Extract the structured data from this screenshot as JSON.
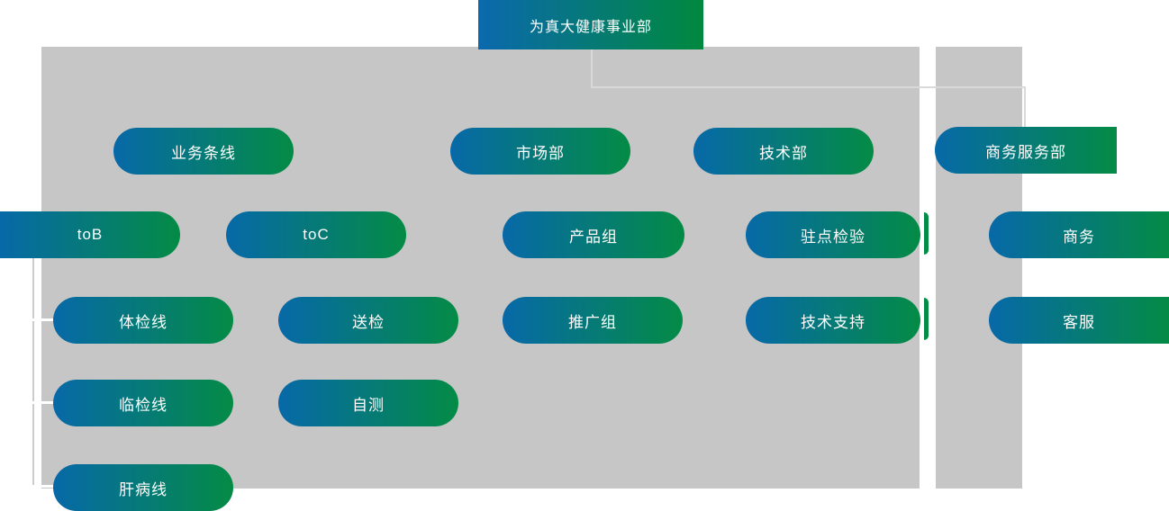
{
  "diagram_title": "为真大健康事业部 organization chart",
  "colors": {
    "pill_gradient_blue": "#0769a8",
    "pill_gradient_green": "#048b45",
    "root_gradient_blue": "#0b69ae",
    "root_gradient_green": "#00893e",
    "panel_gray": "#c6c6c6",
    "connector_gray": "#d9d9d9",
    "text_white": "#ffffff"
  },
  "nodes": {
    "root": {
      "label": "为真大健康事业部"
    },
    "business_lines": {
      "label": "业务条线"
    },
    "marketing_dept": {
      "label": "市场部"
    },
    "tech_dept": {
      "label": "技术部"
    },
    "commerce_service_dept": {
      "label": "商务服务部"
    },
    "tob": {
      "label": "toB"
    },
    "toc": {
      "label": "toC"
    },
    "product_group": {
      "label": "产品组"
    },
    "onsite_testing": {
      "label": "驻点检验"
    },
    "commerce": {
      "label": "商务"
    },
    "physical_exam_line": {
      "label": "体检线"
    },
    "sample_submission": {
      "label": "送检"
    },
    "promotion_group": {
      "label": "推广组"
    },
    "tech_support": {
      "label": "技术支持"
    },
    "customer_service": {
      "label": "客服"
    },
    "clinical_test_line": {
      "label": "临检线"
    },
    "self_test": {
      "label": "自测"
    },
    "liver_disease_line": {
      "label": "肝病线"
    }
  },
  "structure": {
    "root_children": [
      "业务条线",
      "市场部",
      "技术部",
      "商务服务部"
    ],
    "业务条线": [
      "toB",
      "toC"
    ],
    "toB": [
      "体检线",
      "临检线",
      "肝病线"
    ],
    "toC": [
      "送检",
      "自测"
    ],
    "市场部": [
      "产品组",
      "推广组"
    ],
    "技术部": [
      "驻点检验",
      "技术支持"
    ],
    "商务服务部": [
      "商务",
      "客服"
    ]
  }
}
